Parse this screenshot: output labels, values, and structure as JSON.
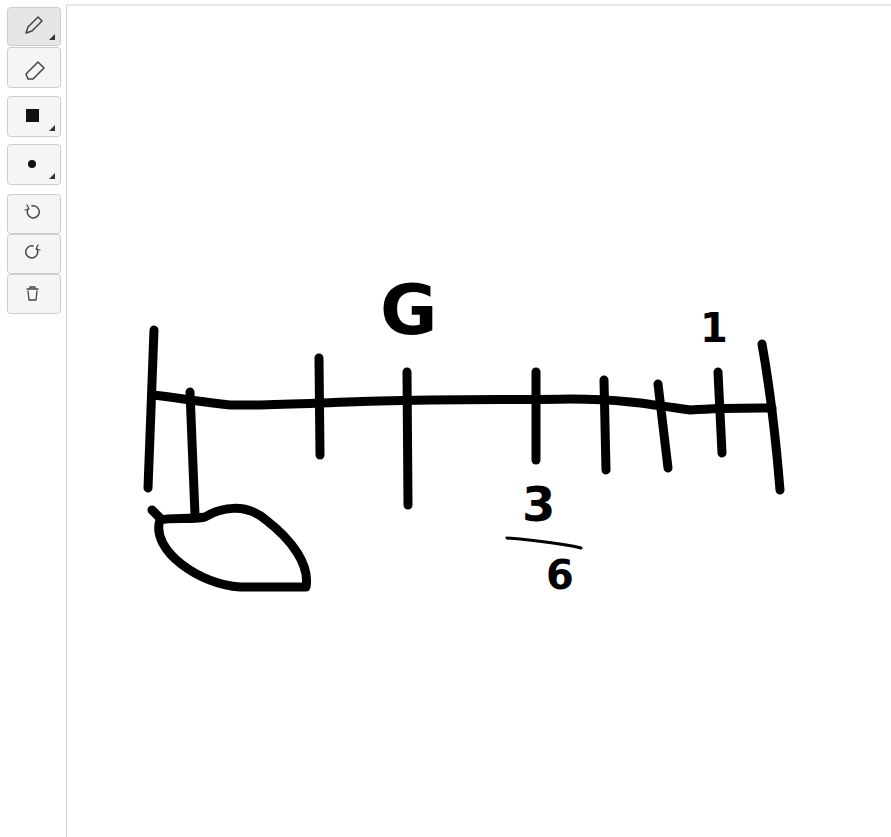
{
  "diagram": {
    "labels": [
      "G",
      "1",
      "3",
      "6"
    ]
  }
}
